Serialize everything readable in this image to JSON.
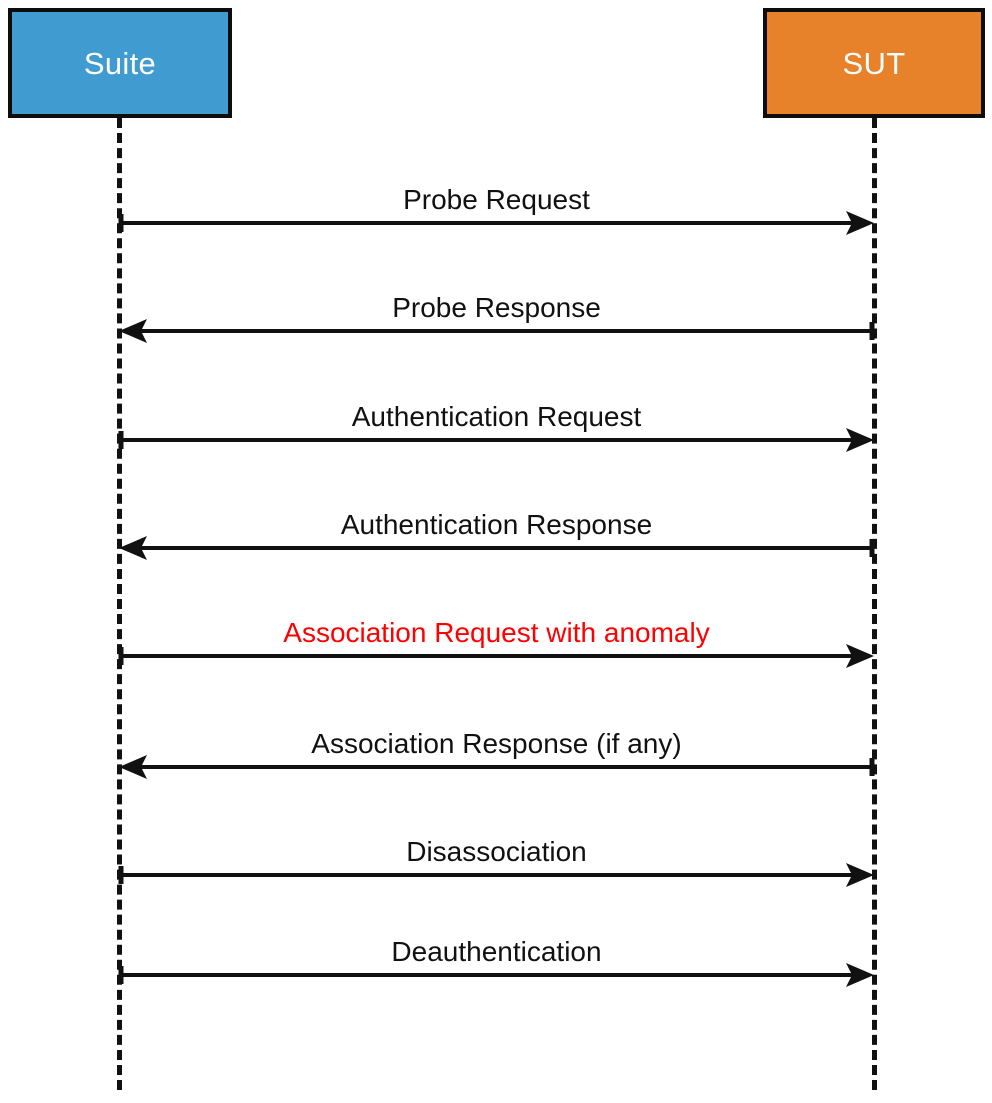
{
  "diagram": {
    "type": "sequence-diagram",
    "title": "",
    "background_color": "#ffffff",
    "participants": [
      {
        "id": "suite",
        "label": "Suite",
        "fill_color": "#3f9bd0",
        "border_color": "#0d0d0d",
        "text_color": "#ffffff"
      },
      {
        "id": "sut",
        "label": "SUT",
        "fill_color": "#e8822a",
        "border_color": "#0d0d0d",
        "text_color": "#ffffff"
      }
    ],
    "messages": [
      {
        "index": 1,
        "label": "Probe Request",
        "from": "suite",
        "to": "sut",
        "direction": "right",
        "color": "#111111",
        "anomaly": false
      },
      {
        "index": 2,
        "label": "Probe Response",
        "from": "sut",
        "to": "suite",
        "direction": "left",
        "color": "#111111",
        "anomaly": false
      },
      {
        "index": 3,
        "label": "Authentication Request",
        "from": "suite",
        "to": "sut",
        "direction": "right",
        "color": "#111111",
        "anomaly": false
      },
      {
        "index": 4,
        "label": "Authentication Response",
        "from": "sut",
        "to": "suite",
        "direction": "left",
        "color": "#111111",
        "anomaly": false
      },
      {
        "index": 5,
        "label": "Association Request with anomaly",
        "from": "suite",
        "to": "sut",
        "direction": "right",
        "color": "#ff0000",
        "anomaly": true
      },
      {
        "index": 6,
        "label": "Association Response (if any)",
        "from": "sut",
        "to": "suite",
        "direction": "left",
        "color": "#111111",
        "anomaly": false
      },
      {
        "index": 7,
        "label": "Disassociation",
        "from": "suite",
        "to": "sut",
        "direction": "right",
        "color": "#111111",
        "anomaly": false
      },
      {
        "index": 8,
        "label": "Deauthentication",
        "from": "suite",
        "to": "sut",
        "direction": "right",
        "color": "#111111",
        "anomaly": false
      }
    ]
  }
}
